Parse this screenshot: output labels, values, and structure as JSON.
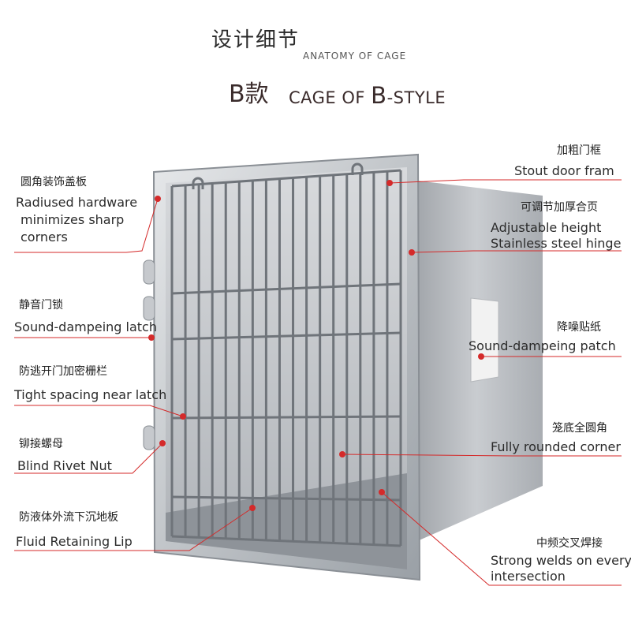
{
  "header": {
    "title_cn": "设计细节",
    "title_en": "ANATOMY OF CAGE",
    "style_prefix": "B款",
    "style_en_a": "CAGE OF ",
    "style_en_b": "B",
    "style_en_c": "-STYLE"
  },
  "callouts": {
    "radiused": {
      "cn": "圆角装饰盖板",
      "en_1": "Radiused hardware",
      "en_2": "minimizes sharp",
      "en_3": "corners"
    },
    "latch": {
      "cn": "静音门锁",
      "en": "Sound-dampeing latch"
    },
    "spacing": {
      "cn": "防逃开门加密栅栏",
      "en": "Tight spacing near latch"
    },
    "rivet": {
      "cn": "铆接螺母",
      "en": "Blind Rivet Nut"
    },
    "lip": {
      "cn": "防液体外流下沉地板",
      "en": "Fluid Retaining Lip"
    },
    "frame": {
      "cn": "加粗门框",
      "en": "Stout door fram"
    },
    "hinge": {
      "cn": "可调节加厚合页",
      "en_1": "Adjustable height",
      "en_2": "Stainless steel hinge"
    },
    "patch": {
      "cn": "降噪贴纸",
      "en": "Sound-dampeing patch"
    },
    "corner": {
      "cn": "笼底全圆角",
      "en": "Fully rounded corner"
    },
    "welds": {
      "cn": "中频交叉焊接",
      "en_1": "Strong welds on every",
      "en_2": "intersection"
    }
  },
  "colors": {
    "accent": "#d42a2a",
    "steel": "#b9bcc0",
    "text": "#2b2b2b"
  }
}
